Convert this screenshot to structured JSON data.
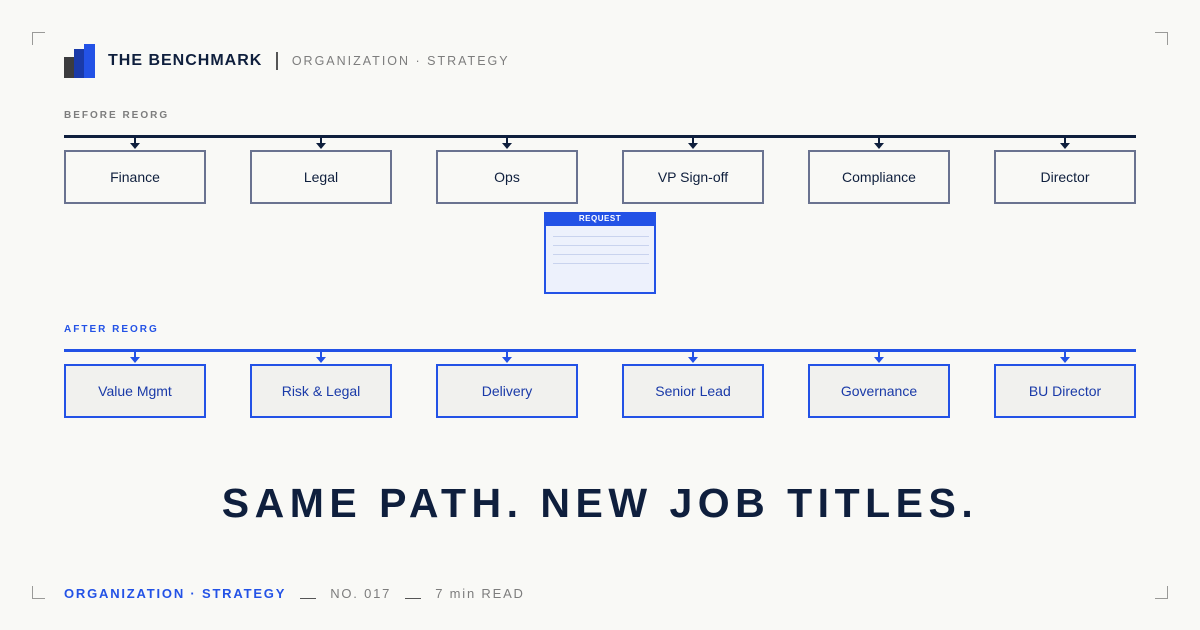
{
  "header": {
    "brand": "THE BENCHMARK",
    "kicker": "ORGANIZATION · STRATEGY"
  },
  "before": {
    "label": "BEFORE REORG",
    "nodes": [
      "Finance",
      "Legal",
      "Ops",
      "VP Sign-off",
      "Compliance",
      "Director"
    ]
  },
  "request": {
    "label": "REQUEST"
  },
  "after": {
    "label": "AFTER REORG",
    "nodes": [
      "Value Mgmt",
      "Risk & Legal",
      "Delivery",
      "Senior Lead",
      "Governance",
      "BU Director"
    ]
  },
  "headline": "SAME PATH. NEW JOB TITLES.",
  "footer": {
    "topic": "ORGANIZATION · STRATEGY",
    "issue": "NO. 017",
    "read_time": "7 min READ"
  },
  "colors": {
    "navy": "#0f1f3d",
    "accent": "#2352e6",
    "muted": "#7d7d7d"
  }
}
